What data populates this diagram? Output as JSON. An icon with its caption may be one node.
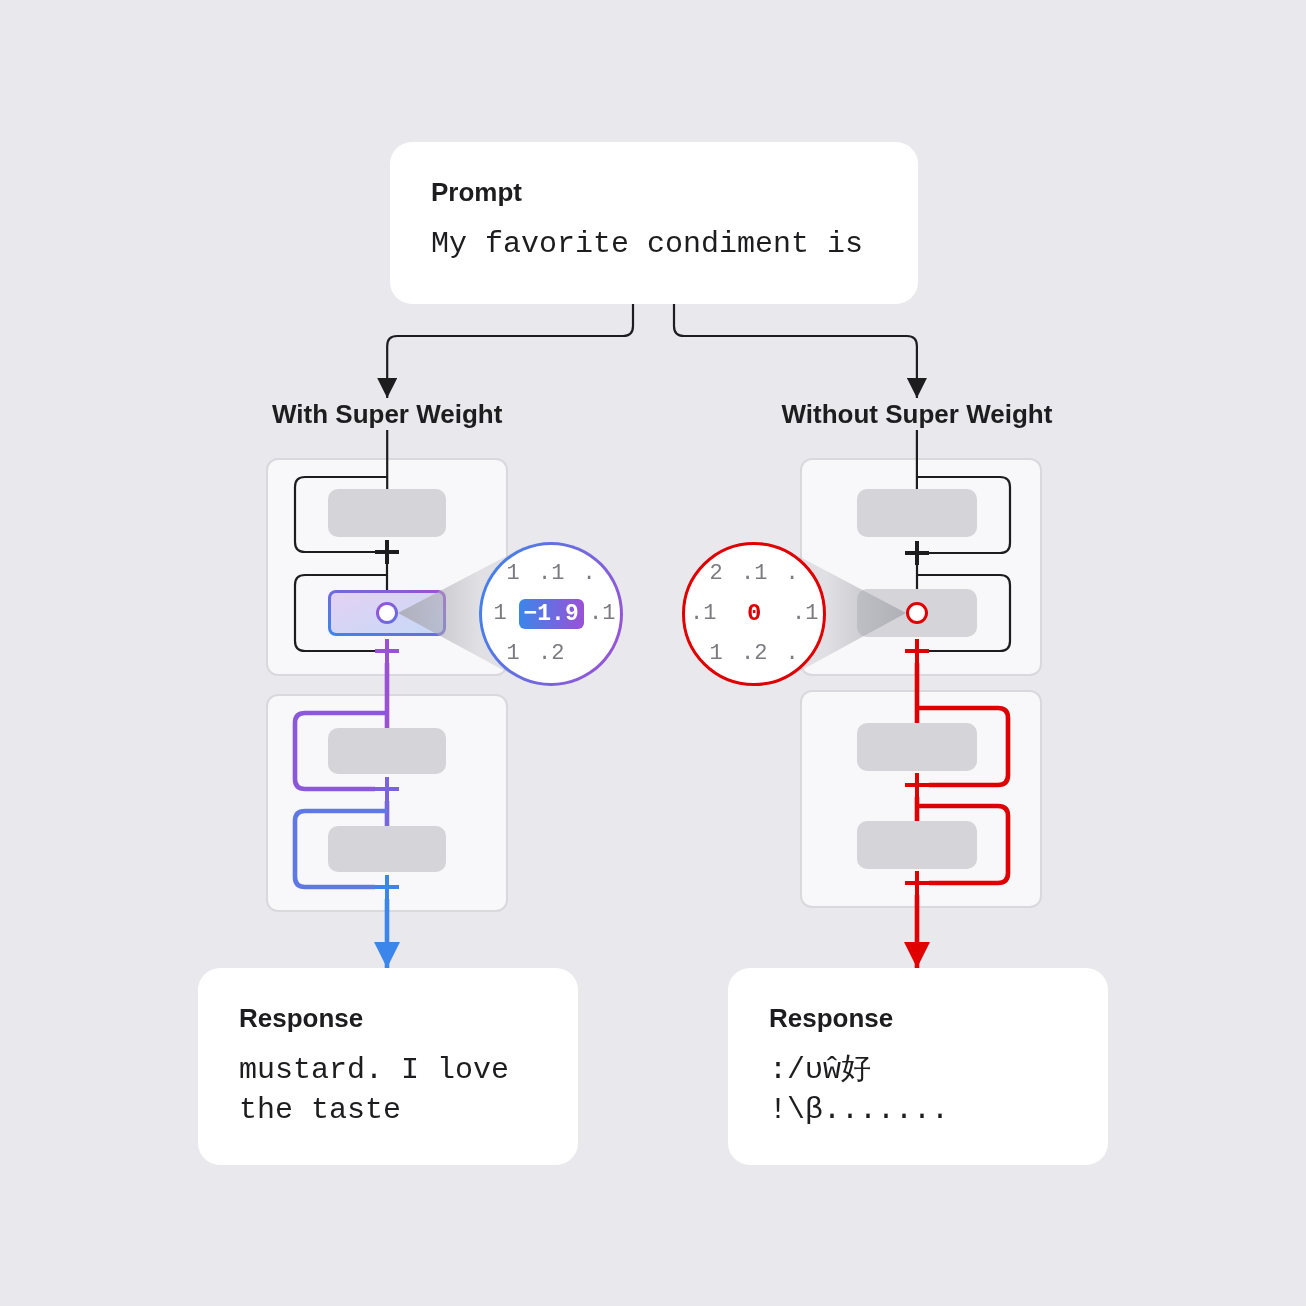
{
  "diagram": {
    "nodes": [
      {
        "text": [
          "Prompt",
          "My favorite condiment is"
        ]
      },
      {
        "text": [
          "With Super Weight"
        ]
      },
      {
        "text": [
          "Without Super Weight"
        ]
      },
      {
        "text": [],
        "shape": "box"
      },
      {
        "text": [],
        "shape": "box",
        "in": 3
      },
      {
        "text": [],
        "shape": "plus",
        "in": 3
      },
      {
        "text": [],
        "shape": "box",
        "in": 3
      },
      {
        "text": [],
        "shape": "circle",
        "in": 6
      },
      {
        "text": [],
        "shape": "plus",
        "in": 3
      },
      {
        "text": [
          "1",
          ".1",
          ".",
          "1",
          "−1.9",
          ".1",
          "1",
          ".2"
        ]
      },
      {
        "text": [],
        "shape": "box"
      },
      {
        "text": [],
        "shape": "box",
        "in": 10
      },
      {
        "text": [],
        "shape": "plus",
        "in": 10
      },
      {
        "text": [],
        "shape": "box",
        "in": 10
      },
      {
        "text": [],
        "shape": "plus",
        "in": 10
      },
      {
        "text": [],
        "shape": "box"
      },
      {
        "text": [],
        "shape": "box",
        "in": 15
      },
      {
        "text": [],
        "shape": "plus",
        "in": 15
      },
      {
        "text": [],
        "shape": "box",
        "in": 15
      },
      {
        "text": [],
        "shape": "circle",
        "in": 18
      },
      {
        "text": [],
        "shape": "plus",
        "in": 15
      },
      {
        "text": [
          "2",
          ".1",
          ".",
          ".1",
          "0",
          ".1",
          "1",
          ".2",
          "."
        ]
      },
      {
        "text": [],
        "shape": "box"
      },
      {
        "text": [],
        "shape": "box",
        "in": 22
      },
      {
        "text": [],
        "shape": "plus",
        "in": 22
      },
      {
        "text": [],
        "shape": "box",
        "in": 22
      },
      {
        "text": [],
        "shape": "plus",
        "in": 22
      },
      {
        "text": [
          "Response",
          "mustard. I love the taste"
        ]
      },
      {
        "text": [
          "Response",
          ":/υŵ好 !\\β......."
        ]
      }
    ],
    "edges": [
      {
        "from": 0,
        "to": 1,
        "arrow": "to"
      },
      {
        "from": 0,
        "to": 2,
        "arrow": "to"
      },
      {
        "from": 1,
        "to": 4,
        "arrow": "none"
      },
      {
        "from": 1,
        "to": 5,
        "arrow": "none"
      },
      {
        "from": 5,
        "to": 6,
        "arrow": "none"
      },
      {
        "from": 5,
        "to": 8,
        "arrow": "none"
      },
      {
        "from": 7,
        "to": 9,
        "arrow": "none",
        "color": "#a9a9b1"
      },
      {
        "from": 8,
        "to": 11,
        "arrow": "none",
        "style": "thick",
        "color": "#9b51d6"
      },
      {
        "from": 8,
        "to": 12,
        "arrow": "none",
        "style": "thick",
        "color": "#8c58da"
      },
      {
        "from": 12,
        "to": 13,
        "arrow": "none",
        "style": "thick",
        "color": "#7866de"
      },
      {
        "from": 12,
        "to": 14,
        "arrow": "none",
        "style": "thick",
        "color": "#5f78e6"
      },
      {
        "from": 14,
        "to": 27,
        "arrow": "to",
        "style": "thick",
        "color": "#3b86ea"
      },
      {
        "from": 2,
        "to": 16,
        "arrow": "none"
      },
      {
        "from": 2,
        "to": 17,
        "arrow": "none"
      },
      {
        "from": 17,
        "to": 18,
        "arrow": "none"
      },
      {
        "from": 17,
        "to": 20,
        "arrow": "none"
      },
      {
        "from": 19,
        "to": 21,
        "arrow": "none",
        "color": "#a9a9b1"
      },
      {
        "from": 20,
        "to": 23,
        "arrow": "none",
        "style": "thick",
        "color": "#e00000"
      },
      {
        "from": 20,
        "to": 24,
        "arrow": "none",
        "style": "thick",
        "color": "#e00000"
      },
      {
        "from": 24,
        "to": 25,
        "arrow": "none",
        "style": "thick",
        "color": "#e00000"
      },
      {
        "from": 24,
        "to": 26,
        "arrow": "none",
        "style": "thick",
        "color": "#e00000"
      },
      {
        "from": 26,
        "to": 28,
        "arrow": "to",
        "style": "thick",
        "color": "#e00000"
      }
    ]
  }
}
